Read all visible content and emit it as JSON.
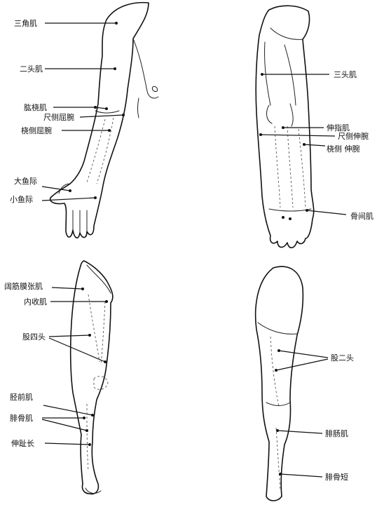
{
  "panels": {
    "arm_front": {
      "labels": {
        "deltoid": "三角肌",
        "biceps": "二头肌",
        "brachioradialis": "肱桡肌",
        "flexor_carpi_ulnaris": "尺侧屈腕",
        "flexor_carpi_radialis": "桡侧屈腕",
        "thenar": "大鱼际",
        "hypothenar": "小鱼际"
      }
    },
    "arm_back": {
      "labels": {
        "triceps": "三头肌",
        "extensor_digitorum": "伸指肌",
        "extensor_carpi_ulnaris": "尺侧伸腕",
        "extensor_carpi_radialis": "桡侧 伸腕",
        "interosseous": "骨间肌"
      }
    },
    "leg_front": {
      "labels": {
        "tensor_fasciae_latae": "阔筋膜张肌",
        "adductor": "内收肌",
        "quadriceps": "股四头",
        "tibialis_anterior": "胫前肌",
        "peroneus": "腓骨肌",
        "extensor_toe": "伸趾长"
      }
    },
    "leg_back": {
      "labels": {
        "biceps_femoris": "股二头",
        "gastrocnemius": "腓肠肌",
        "peroneus_short": "腓骨短"
      }
    }
  }
}
